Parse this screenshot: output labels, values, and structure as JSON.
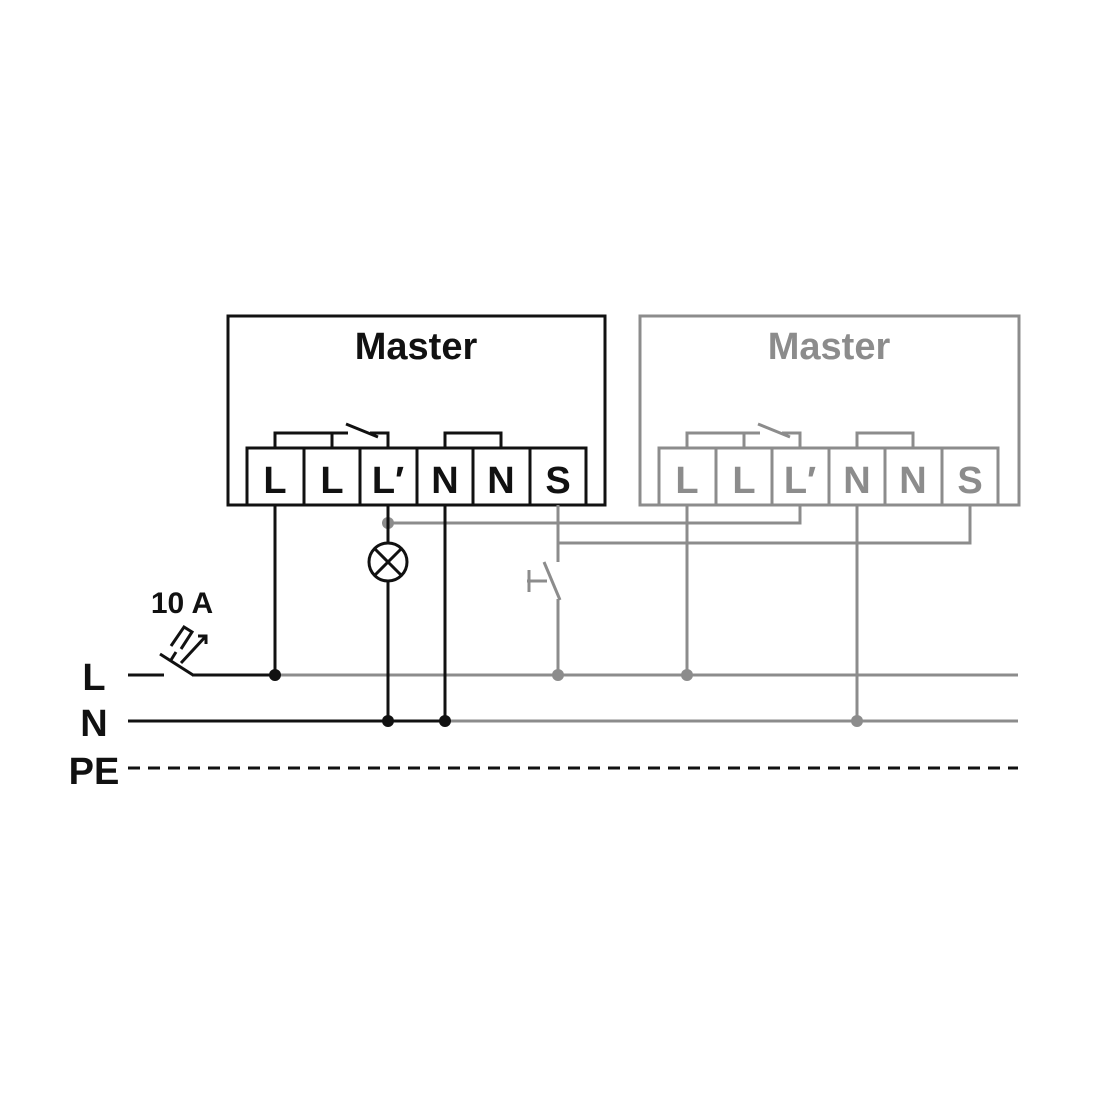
{
  "colors": {
    "primary": "#111111",
    "secondary": "#8c8c8c"
  },
  "modules": [
    {
      "title": "Master",
      "terminals": [
        "L",
        "L",
        "L′",
        "N",
        "N",
        "S"
      ]
    },
    {
      "title": "Master",
      "terminals": [
        "L",
        "L",
        "L′",
        "N",
        "N",
        "S"
      ]
    }
  ],
  "bus": {
    "l_label": "L",
    "n_label": "N",
    "pe_label": "PE"
  },
  "breaker": {
    "rating": "10 A"
  },
  "icons": [
    "lamp-icon",
    "breaker-icon",
    "push-button-icon",
    "relay-contact-icon"
  ]
}
